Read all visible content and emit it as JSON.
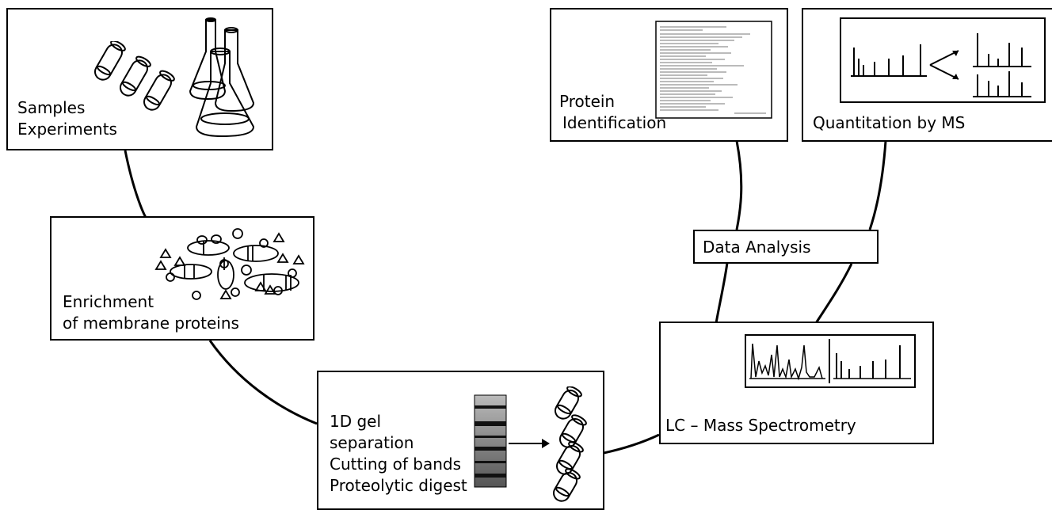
{
  "nodes": {
    "samples": {
      "lines": [
        "Samples",
        "Experiments"
      ]
    },
    "enrichment": {
      "lines": [
        "Enrichment",
        "of membrane proteins"
      ]
    },
    "gel": {
      "lines": [
        "1D gel",
        "separation",
        "Cutting of bands",
        "Proteolytic digest"
      ]
    },
    "lcms": {
      "lines": [
        "LC – Mass Spectrometry"
      ]
    },
    "data_analysis": {
      "lines": [
        "Data Analysis"
      ]
    },
    "protein_id": {
      "lines": [
        "Protein",
        "Identification"
      ]
    },
    "quantitation": {
      "lines": [
        "Quantitation by MS"
      ]
    }
  },
  "icons": [
    "test-tubes-icon",
    "flasks-icon",
    "membrane-vesicles-icon",
    "gel-lane-icon",
    "arrow-right-icon",
    "chromatogram-icon",
    "mass-spectrum-icon",
    "protein-list-document-icon",
    "spectrum-comparison-icon"
  ]
}
